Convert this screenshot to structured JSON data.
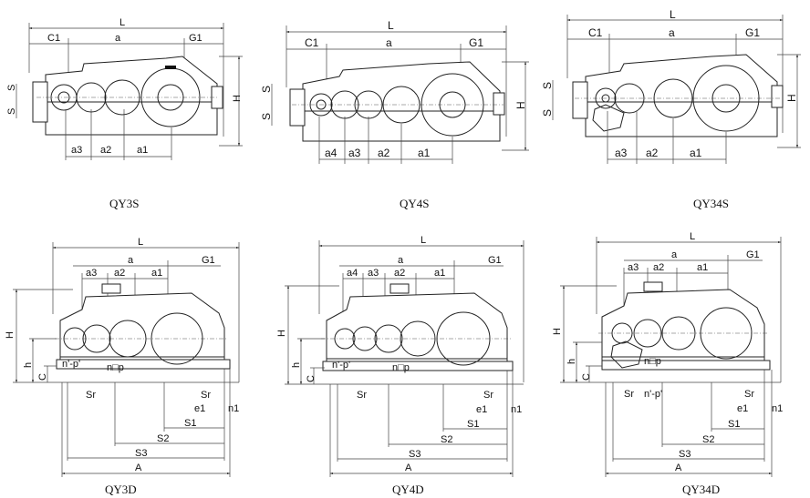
{
  "figures": [
    {
      "id": "qy3s",
      "caption": "QY3S",
      "dims": {
        "L": "L",
        "C1": "C1",
        "a": "a",
        "G1": "G1",
        "S_top": "S",
        "S_bot": "S",
        "H": "H",
        "a3": "a3",
        "a2": "a2",
        "a1": "a1"
      }
    },
    {
      "id": "qy4s",
      "caption": "QY4S",
      "dims": {
        "L": "L",
        "C1": "C1",
        "a": "a",
        "G1": "G1",
        "S_top": "S",
        "S_bot": "S",
        "H": "H",
        "a4": "a4",
        "a3": "a3",
        "a2": "a2",
        "a1": "a1"
      }
    },
    {
      "id": "qy34s",
      "caption": "QY34S",
      "dims": {
        "L": "L",
        "C1": "C1",
        "a": "a",
        "G1": "G1",
        "S_top": "S",
        "S_bot": "S",
        "H": "H",
        "a3": "a3",
        "a2": "a2",
        "a1": "a1"
      }
    },
    {
      "id": "qy3d",
      "caption": "QY3D",
      "dims": {
        "L": "L",
        "a3": "a3",
        "a2": "a2",
        "a1": "a1",
        "a": "a",
        "G1": "G1",
        "H": "H",
        "h": "h",
        "C": "C",
        "np1": "n'-p'",
        "np": "n□p",
        "Sr_left": "Sr",
        "Sr_right": "Sr",
        "e1": "e1",
        "n1": "n1",
        "S1": "S1",
        "S2": "S2",
        "S3": "S3",
        "A": "A"
      }
    },
    {
      "id": "qy4d",
      "caption": "QY4D",
      "dims": {
        "L": "L",
        "a4": "a4",
        "a3": "a3",
        "a2": "a2",
        "a1": "a1",
        "a": "a",
        "G1": "G1",
        "H": "H",
        "h": "h",
        "C": "C",
        "np1": "n'-p'",
        "np": "n□p",
        "Sr_left": "Sr",
        "Sr_right": "Sr",
        "e1": "e1",
        "n1": "n1",
        "S1": "S1",
        "S2": "S2",
        "S3": "S3",
        "A": "A"
      }
    },
    {
      "id": "qy34d",
      "caption": "QY34D",
      "dims": {
        "L": "L",
        "a3": "a3",
        "a2": "a2",
        "a1": "a1",
        "a": "a",
        "G1": "G1",
        "H": "H",
        "h": "h",
        "C": "C",
        "np": "n□p",
        "np1": "n'-p'",
        "Sr_left": "Sr",
        "Sr_right": "Sr",
        "e1": "e1",
        "n1": "n1",
        "S1": "S1",
        "S2": "S2",
        "S3": "S3",
        "A": "A"
      }
    }
  ]
}
